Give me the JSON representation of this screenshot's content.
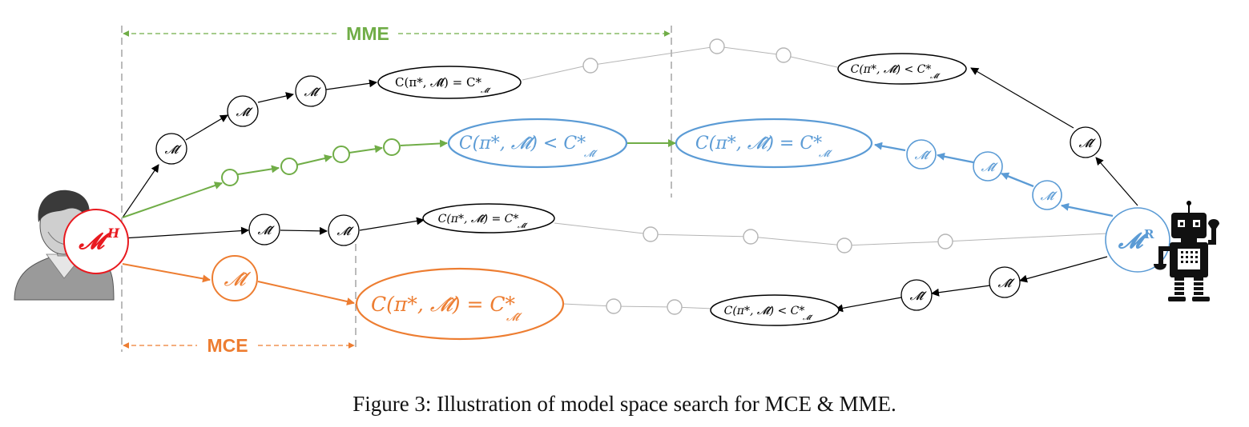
{
  "figure": {
    "caption": "Figure 3: Illustration of model space search for MCE & MME.",
    "mme_label": "MME",
    "mce_label": "MCE",
    "human_model_label": "𝓜",
    "human_model_sup": "H",
    "robot_model_label": "𝓜",
    "robot_model_sup": "R",
    "model_node_label": "𝓜̂",
    "equal_cost_label": "C(π*, 𝓜̂) = C*",
    "less_cost_label": "C(π*, 𝓜̂) < C*",
    "cost_subscript": "𝓜̂",
    "human_icon": "person-sketch-icon",
    "robot_icon": "robot-icon"
  },
  "colors": {
    "mme": "#70ad47",
    "mce": "#ed7d31",
    "robot_path": "#5b9bd5",
    "human": "#e8191f",
    "ink": "#000000",
    "faded": "#b0b0b0"
  }
}
